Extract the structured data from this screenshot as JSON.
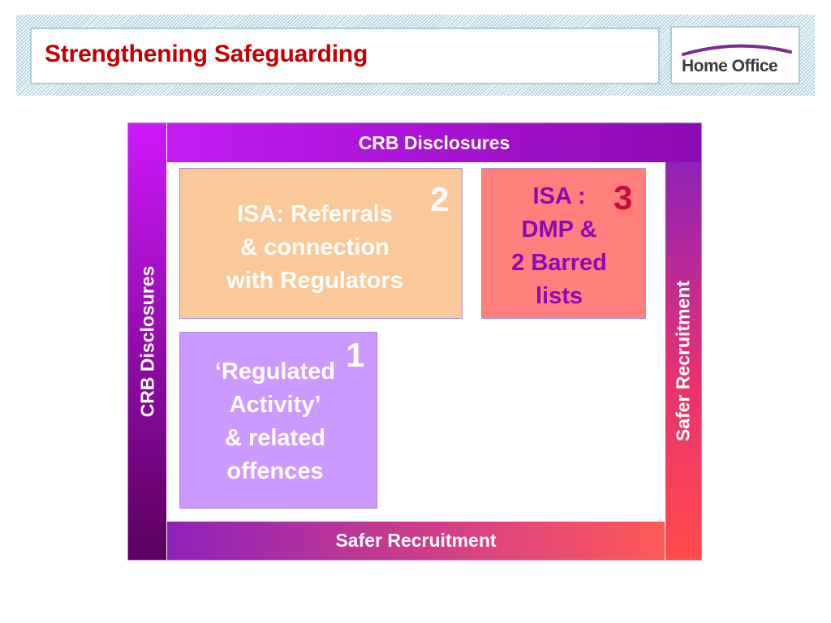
{
  "header": {
    "title": "Strengthening Safeguarding",
    "logo_text": "Home Office"
  },
  "diagram": {
    "band_top": "CRB Disclosures",
    "band_left": "CRB Disclosures",
    "band_right": "Safer Recruitment",
    "band_bottom": "Safer Recruitment",
    "boxes": [
      {
        "number": "2",
        "lines": [
          "ISA: Referrals",
          "& connection",
          "with Regulators"
        ]
      },
      {
        "number": "3",
        "lines": [
          "ISA :",
          "DMP &",
          "2 Barred",
          "lists"
        ]
      },
      {
        "number": "1",
        "lines": [
          "‘Regulated",
          "Activity’",
          "& related",
          "offences"
        ]
      }
    ]
  },
  "colors": {
    "title": "#c00000",
    "crb_band": "#b015e0",
    "recruitment_band": "#e8326f",
    "referrals_box": "#fbc999",
    "isa_box": "#fe7f7b",
    "regulated_box": "#cc99ff"
  }
}
